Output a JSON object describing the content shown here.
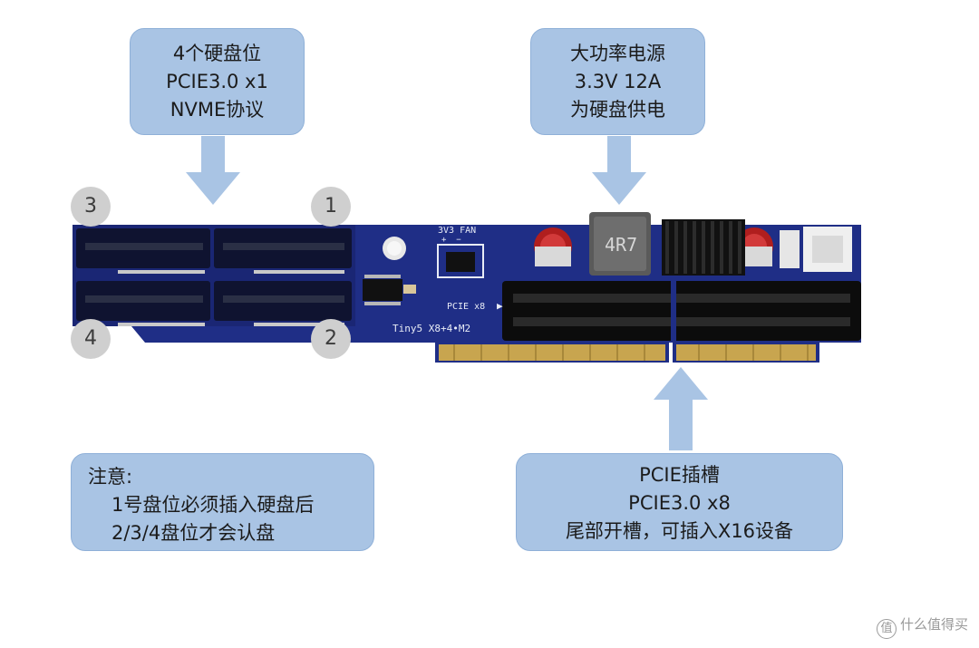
{
  "callouts": {
    "drive_bays": {
      "lines": [
        "4个硬盘位",
        "PCIE3.0 x1",
        "NVME协议"
      ]
    },
    "power": {
      "lines": [
        "大功率电源",
        "3.3V 12A",
        "为硬盘供电"
      ]
    },
    "note": {
      "lines": [
        "注意:",
        "1号盘位必须插入硬盘后",
        "2/3/4盘位才会认盘"
      ]
    },
    "pcie_slot": {
      "lines": [
        "PCIE插槽",
        "PCIE3.0 x8",
        "尾部开槽，可插入X16设备"
      ]
    }
  },
  "badges": {
    "bay1": "1",
    "bay2": "2",
    "bay3": "3",
    "bay4": "4"
  },
  "board": {
    "fan_label": "3V3 FAN",
    "fan_polarity": "+  −",
    "pcie_label": "PCIE x8",
    "model_label": "Tiny5 X8+4•M2",
    "inductor_label": "4R7"
  },
  "watermark": {
    "text": "什么值得买",
    "icon": "值"
  },
  "colors": {
    "callout_fill": "#a9c4e4",
    "pcb_blue": "#1f2e86",
    "gold_finger": "#c8a54f"
  }
}
